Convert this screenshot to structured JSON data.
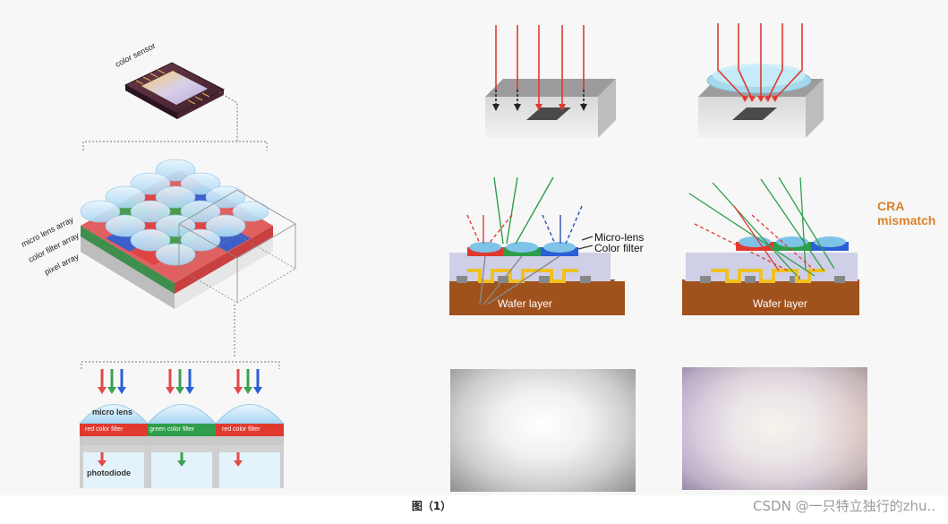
{
  "left_stack": {
    "chip_label": "color sensor",
    "layer_labels": [
      "micro lens array",
      "color filter array",
      "pixel array"
    ]
  },
  "pixel_detail": {
    "micro_lens_label": "micro lens",
    "filters": [
      "red color filter",
      "green color filter",
      "red color filter"
    ],
    "photodiode_label": "photodiode"
  },
  "cross_section": {
    "micro_lens_label": "Micro-lens",
    "color_filter_label": "Color filter",
    "wafer_label_left": "Wafer layer",
    "wafer_label_right": "Wafer layer"
  },
  "cra_label": "CRA mismatch",
  "caption": "图（1）",
  "watermark": "CSDN @一只特立独行的zhu..",
  "colors": {
    "red": "#e03a2f",
    "green": "#2e9e4a",
    "blue": "#2a5fd6",
    "cra_orange": "#d9822b",
    "wafer_brown": "#a0521d"
  }
}
